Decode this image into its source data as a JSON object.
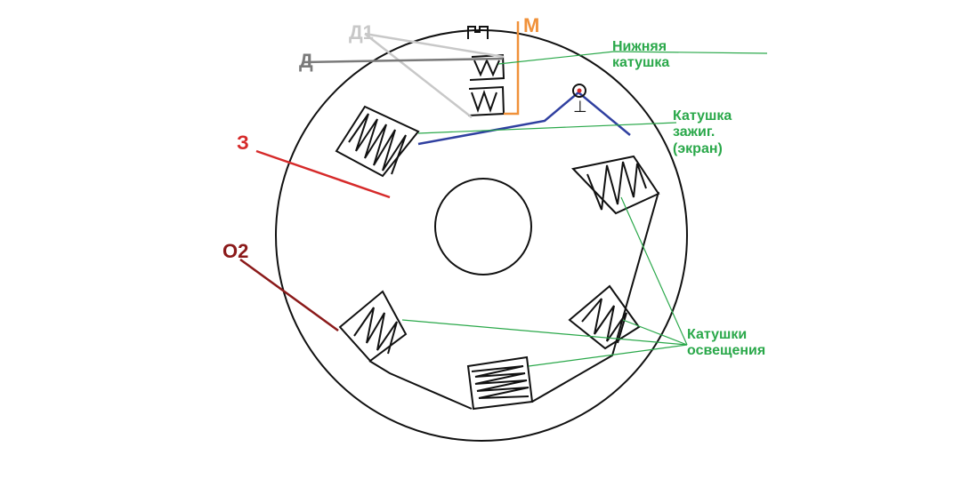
{
  "labels": {
    "d1": "Д1",
    "d": "Д",
    "m": "М",
    "z": "З",
    "o2": "О2",
    "lower_coil_1": "Нижняя",
    "lower_coil_2": "катушка",
    "ignition_1": "Катушка",
    "ignition_2": "зажиг.",
    "ignition_3": "(экран)",
    "lighting_1": "Катушки",
    "lighting_2": "освещения",
    "ground_symbol": "⊥"
  },
  "colors": {
    "d1": "#c8c8c8",
    "d": "#7a7a7a",
    "m": "#f0913a",
    "z": "#d62a2a",
    "o2": "#8b1a1a",
    "annotation": "#2aa84a",
    "ignition_wire": "#3040a0",
    "outline": "#111111"
  }
}
